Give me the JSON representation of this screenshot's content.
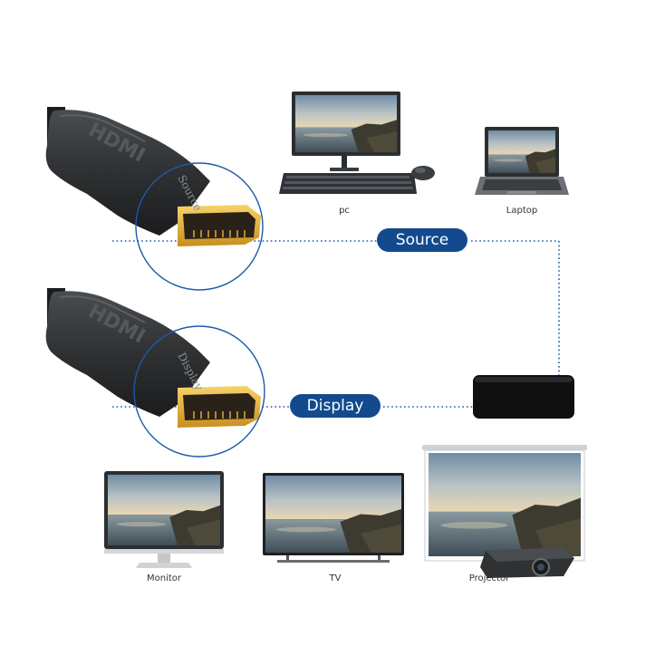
{
  "connector_top": {
    "engraving_logo": "HDMI",
    "engraving_text": "Source"
  },
  "connector_bottom": {
    "engraving_logo": "HDMI",
    "engraving_text": "Display"
  },
  "pills": {
    "source": "Source",
    "display": "Display"
  },
  "devices": {
    "pc": "pc",
    "laptop": "Laptop",
    "monitor": "Monitor",
    "tv": "TV",
    "projector": "Projector"
  },
  "colors": {
    "accent": "#134a8e",
    "line": "#1f5aa6",
    "plug_gold": "#e7b43a",
    "cable_body": "#2a2c2e"
  }
}
